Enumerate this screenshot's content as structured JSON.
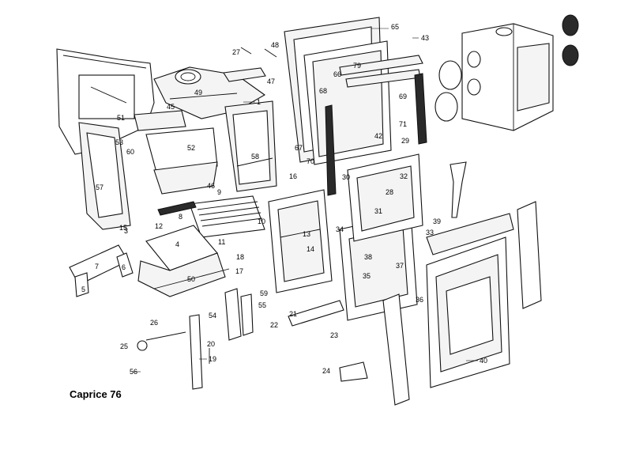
{
  "title": "Caprice 76",
  "part_labels": [
    "1",
    "3",
    "4",
    "5",
    "6",
    "7",
    "8",
    "9",
    "10",
    "11",
    "12",
    "13",
    "14",
    "15",
    "16",
    "17",
    "18",
    "19",
    "20",
    "21",
    "22",
    "23",
    "24",
    "25",
    "26",
    "27",
    "28",
    "29",
    "30",
    "31",
    "32",
    "33",
    "34",
    "35",
    "36",
    "37",
    "38",
    "39",
    "40",
    "42",
    "43",
    "45",
    "46",
    "47",
    "48",
    "49",
    "50",
    "51",
    "52",
    "53",
    "54",
    "55",
    "56",
    "57",
    "58",
    "59",
    "60",
    "65",
    "66",
    "67",
    "68",
    "69",
    "70",
    "71",
    "79"
  ]
}
